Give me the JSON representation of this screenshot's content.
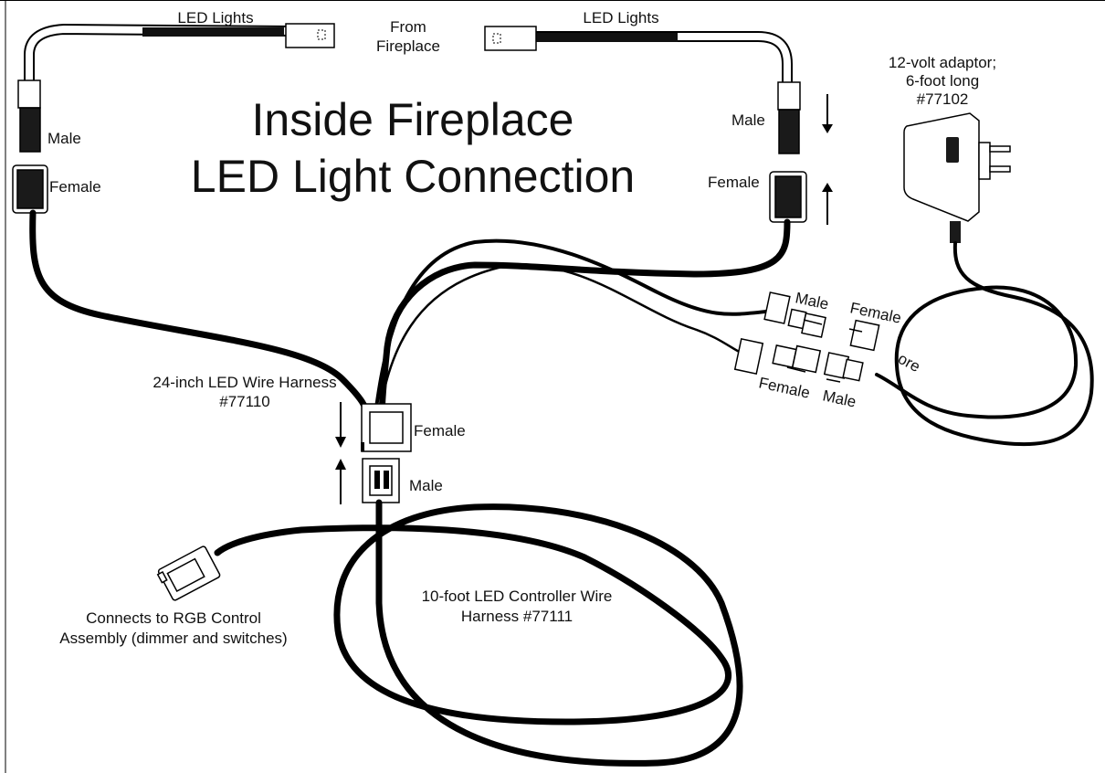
{
  "title": {
    "line1": "Inside Fireplace",
    "line2": "LED Light Connection"
  },
  "labels": {
    "led_lights_left": "LED Lights",
    "led_lights_right": "LED Lights",
    "from_line1": "From",
    "from_line2": "Fireplace",
    "male_left": "Male",
    "female_left": "Female",
    "male_right": "Male",
    "female_right": "Female",
    "adaptor_line1": "12-volt adaptor;",
    "adaptor_line2": "6-foot long",
    "adaptor_line3": "#77102",
    "harness24_line1": "24-inch LED Wire Harness",
    "harness24_line2": "#77110",
    "female_center": "Female",
    "male_center": "Male",
    "small_male_top": "Male",
    "small_female_top": "Female",
    "small_female_bottom": "Female",
    "small_male_bottom": "Male",
    "cord_fragment": "ore",
    "rgb_line1": "Connects to RGB Control",
    "rgb_line2": "Assembly (dimmer and switches)",
    "controller_line1": "10-foot LED Controller Wire",
    "controller_line2": "Harness #77111"
  }
}
